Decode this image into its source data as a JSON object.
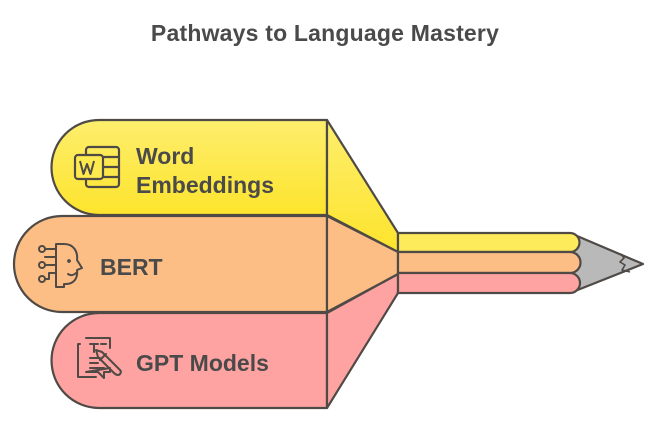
{
  "title": "Pathways to Language Mastery",
  "colors": {
    "yellow": "#FDEB5B",
    "yellow_dark": "#FDE22E",
    "orange": "#FDBE86",
    "pink": "#FEA3A2",
    "tip": "#B9B9B9",
    "stroke": "#4F4A46",
    "text": "#4A4A4A"
  },
  "items": [
    {
      "label_line1": "Word",
      "label_line2": "Embeddings",
      "icon": "word-document-icon",
      "color": "yellow"
    },
    {
      "label": "BERT",
      "icon": "ai-head-icon",
      "color": "orange"
    },
    {
      "label": "GPT Models",
      "icon": "text-edit-icon",
      "color": "pink"
    }
  ]
}
